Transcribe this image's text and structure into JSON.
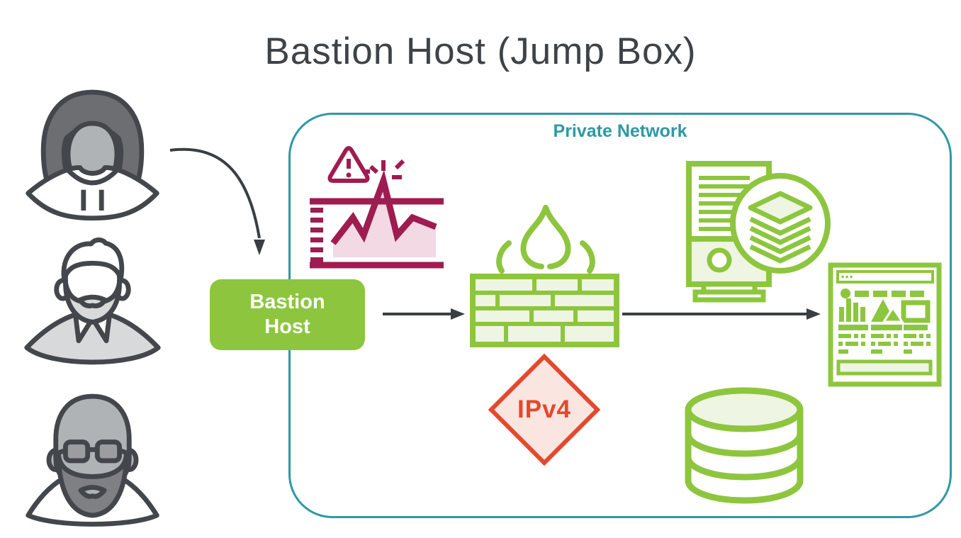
{
  "title": "Bastion Host (Jump Box)",
  "private_network": {
    "label": "Private Network",
    "border_color": "#2e98a6"
  },
  "bastion": {
    "label": "Bastion Host",
    "fill_color": "#8dc63e",
    "text_color": "#ffffff"
  },
  "ipv4": {
    "label": "IPv4",
    "border_color": "#e2492e",
    "fill_color": "#fbe5e1"
  },
  "users": [
    {
      "icon": "woman-user-icon"
    },
    {
      "icon": "bearded-man-user-icon"
    },
    {
      "icon": "older-man-glasses-user-icon"
    }
  ],
  "network_icons": [
    {
      "icon": "alert-monitoring-chart-icon",
      "color": "#9e1c50"
    },
    {
      "icon": "firewall-icon",
      "color": "#8dc63e"
    },
    {
      "icon": "server-stack-icon",
      "color": "#8dc63e"
    },
    {
      "icon": "database-icon",
      "color": "#8dc63e"
    },
    {
      "icon": "dashboard-report-icon",
      "color": "#8dc63e"
    }
  ],
  "arrows": [
    {
      "name": "arrow-user-to-bastion"
    },
    {
      "name": "arrow-bastion-to-firewall"
    },
    {
      "name": "arrow-firewall-to-dashboard"
    }
  ],
  "colors": {
    "green": "#8dc63e",
    "green_light": "#eef5e2",
    "teal": "#2e98a6",
    "maroon": "#9e1c50",
    "maroon_light": "#f2d9e4",
    "red": "#e2492e",
    "red_light": "#fbe5e1",
    "ink": "#3e4348",
    "gray_dark": "#6d6e71",
    "gray_mid": "#b0b3b5",
    "gray_light": "#d8d9da"
  }
}
